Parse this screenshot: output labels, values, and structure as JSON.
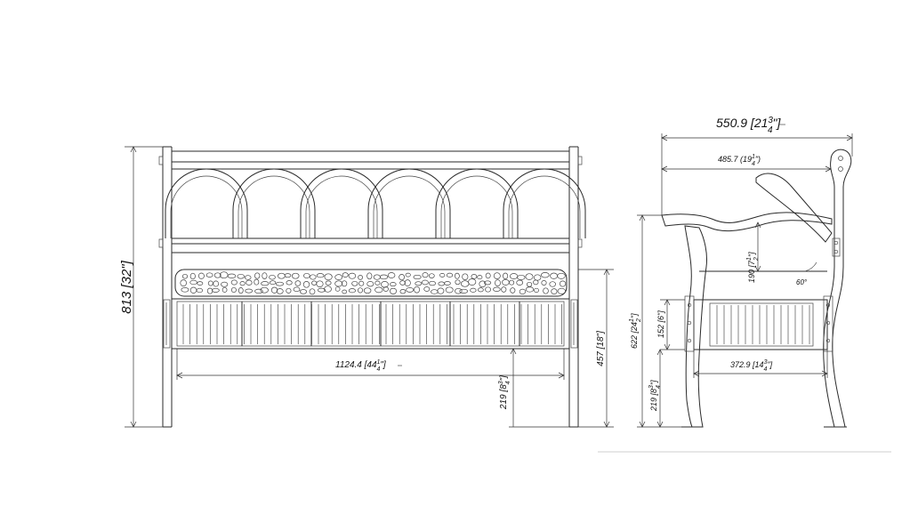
{
  "front_view": {
    "overall_height": "813 [32\"]",
    "seat_width_mm": "1124.4",
    "seat_width_in": {
      "whole": "44",
      "num": "1",
      "den": "4"
    },
    "seat_height": "457 [18\"]",
    "storage_clearance_mm": "219",
    "storage_clearance_in": {
      "whole": "8",
      "num": "3",
      "den": "4"
    }
  },
  "side_view": {
    "overall_depth_mm": "550.9",
    "overall_depth_in": {
      "whole": "21",
      "num": "3",
      "den": "4"
    },
    "arm_depth_mm": "485.7",
    "arm_depth_in": {
      "whole": "19",
      "num": "1",
      "den": "4"
    },
    "arm_height_above_seat_mm": "190",
    "arm_height_above_seat_in": {
      "whole": "7",
      "num": "1",
      "den": "2"
    },
    "arm_height_mm": "622",
    "arm_height_in": {
      "whole": "24",
      "num": "1",
      "den": "2"
    },
    "box_height": "152 [6\"]",
    "box_depth_mm": "372.9",
    "box_depth_in": {
      "whole": "14",
      "num": "3",
      "den": "4"
    },
    "box_clearance_mm": "219",
    "box_clearance_in": {
      "whole": "8",
      "num": "3",
      "den": "4"
    },
    "backrest_angle": "60°"
  },
  "colors": {
    "line": "#2a2a2a",
    "background": "#ffffff"
  }
}
